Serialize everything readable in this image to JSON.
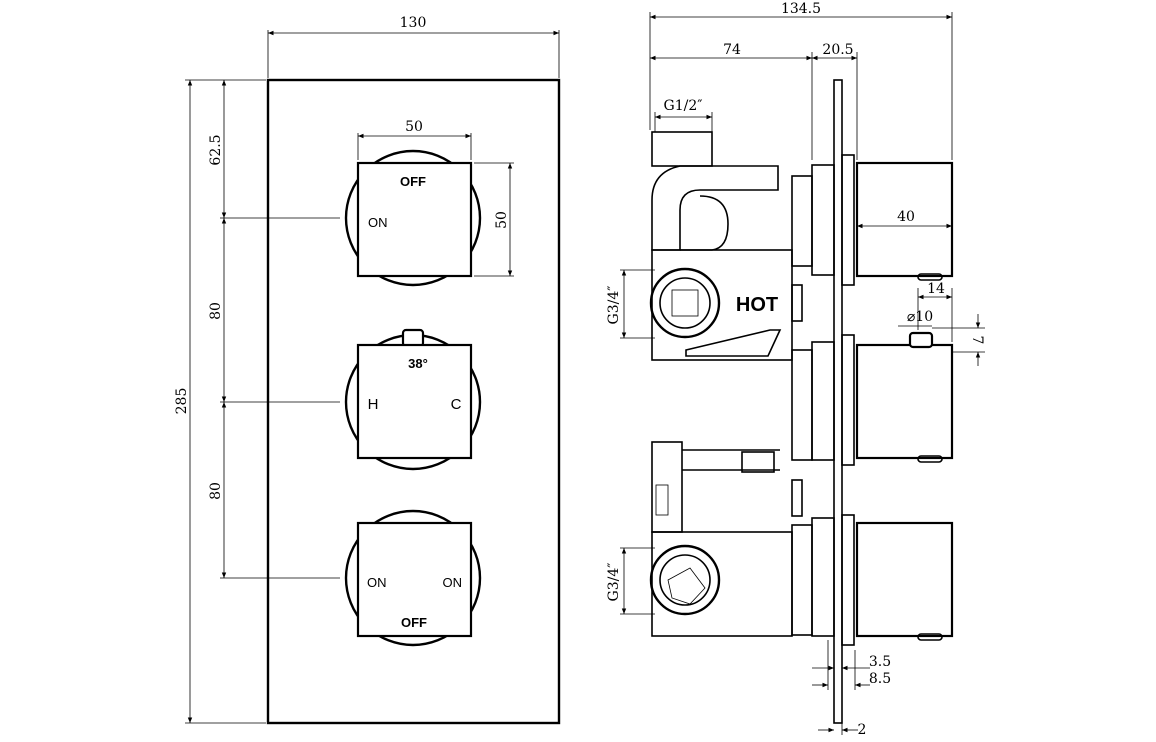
{
  "front_view": {
    "dim_width": "130",
    "dim_height": "285",
    "dim_top_offset": "62.5",
    "dim_spacing_1": "80",
    "dim_spacing_2": "80",
    "dim_handle_width": "50",
    "dim_handle_height": "50",
    "top_control": {
      "off": "OFF",
      "on": "ON"
    },
    "middle_control": {
      "temp": "38°",
      "hot": "H",
      "cold": "C"
    },
    "bottom_control": {
      "on_left": "ON",
      "on_right": "ON",
      "off": "OFF"
    }
  },
  "side_view": {
    "dim_total_depth": "134.5",
    "dim_body_depth": "74",
    "dim_plate_offset": "20.5",
    "dim_inlet_top": "G1/2″",
    "dim_inlet_mid": "G3/4″",
    "dim_inlet_bottom": "G3/4″",
    "hot_label": "HOT",
    "dim_handle_depth": "40",
    "dim_pin_length": "14",
    "dim_pin_diameter": "⌀10",
    "dim_pin_height": "7",
    "dim_plate_a": "3.5",
    "dim_plate_b": "8.5",
    "dim_plate_thickness": "2"
  }
}
